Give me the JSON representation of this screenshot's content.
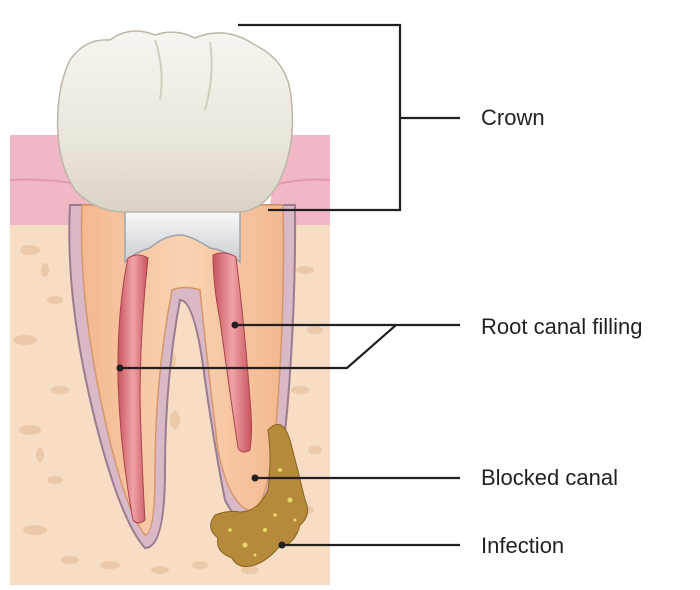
{
  "labels": {
    "crown": "Crown",
    "root_canal_filling": "Root canal filling",
    "blocked_canal": "Blocked canal",
    "infection": "Infection"
  },
  "colors": {
    "enamel": "#ebe6dc",
    "gum": "#f0b8c4",
    "bone": "#f6ddc4",
    "root": "#f7c8a4",
    "filling": "#d8737a",
    "infection": "#b58a3a",
    "leader_line": "#231f20",
    "label_text": "#231f20"
  }
}
